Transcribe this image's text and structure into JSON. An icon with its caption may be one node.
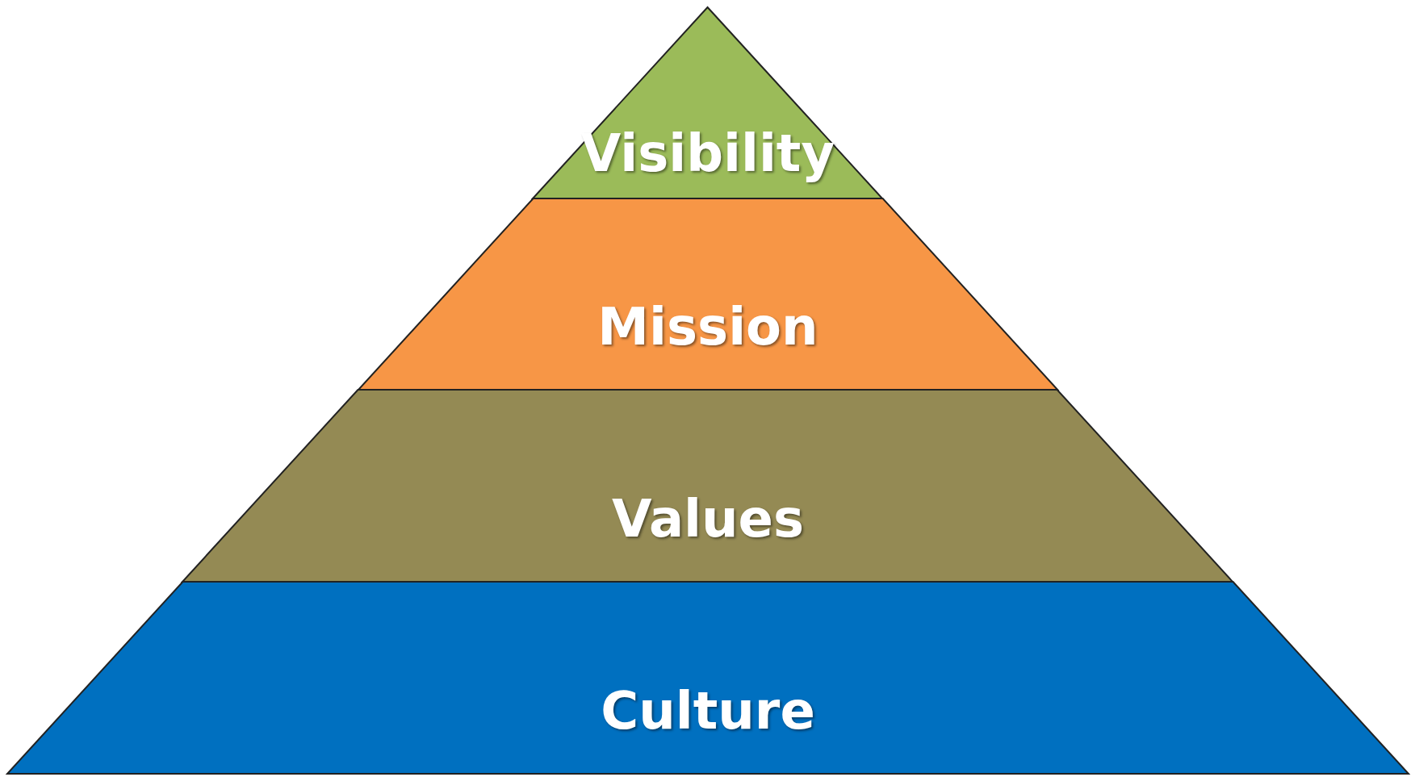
{
  "diagram": {
    "nodes": [
      {
        "text": [
          "Visibility"
        ]
      },
      {
        "text": [
          "Mission"
        ]
      },
      {
        "text": [
          "Values"
        ]
      },
      {
        "text": [
          "Culture"
        ]
      }
    ]
  }
}
